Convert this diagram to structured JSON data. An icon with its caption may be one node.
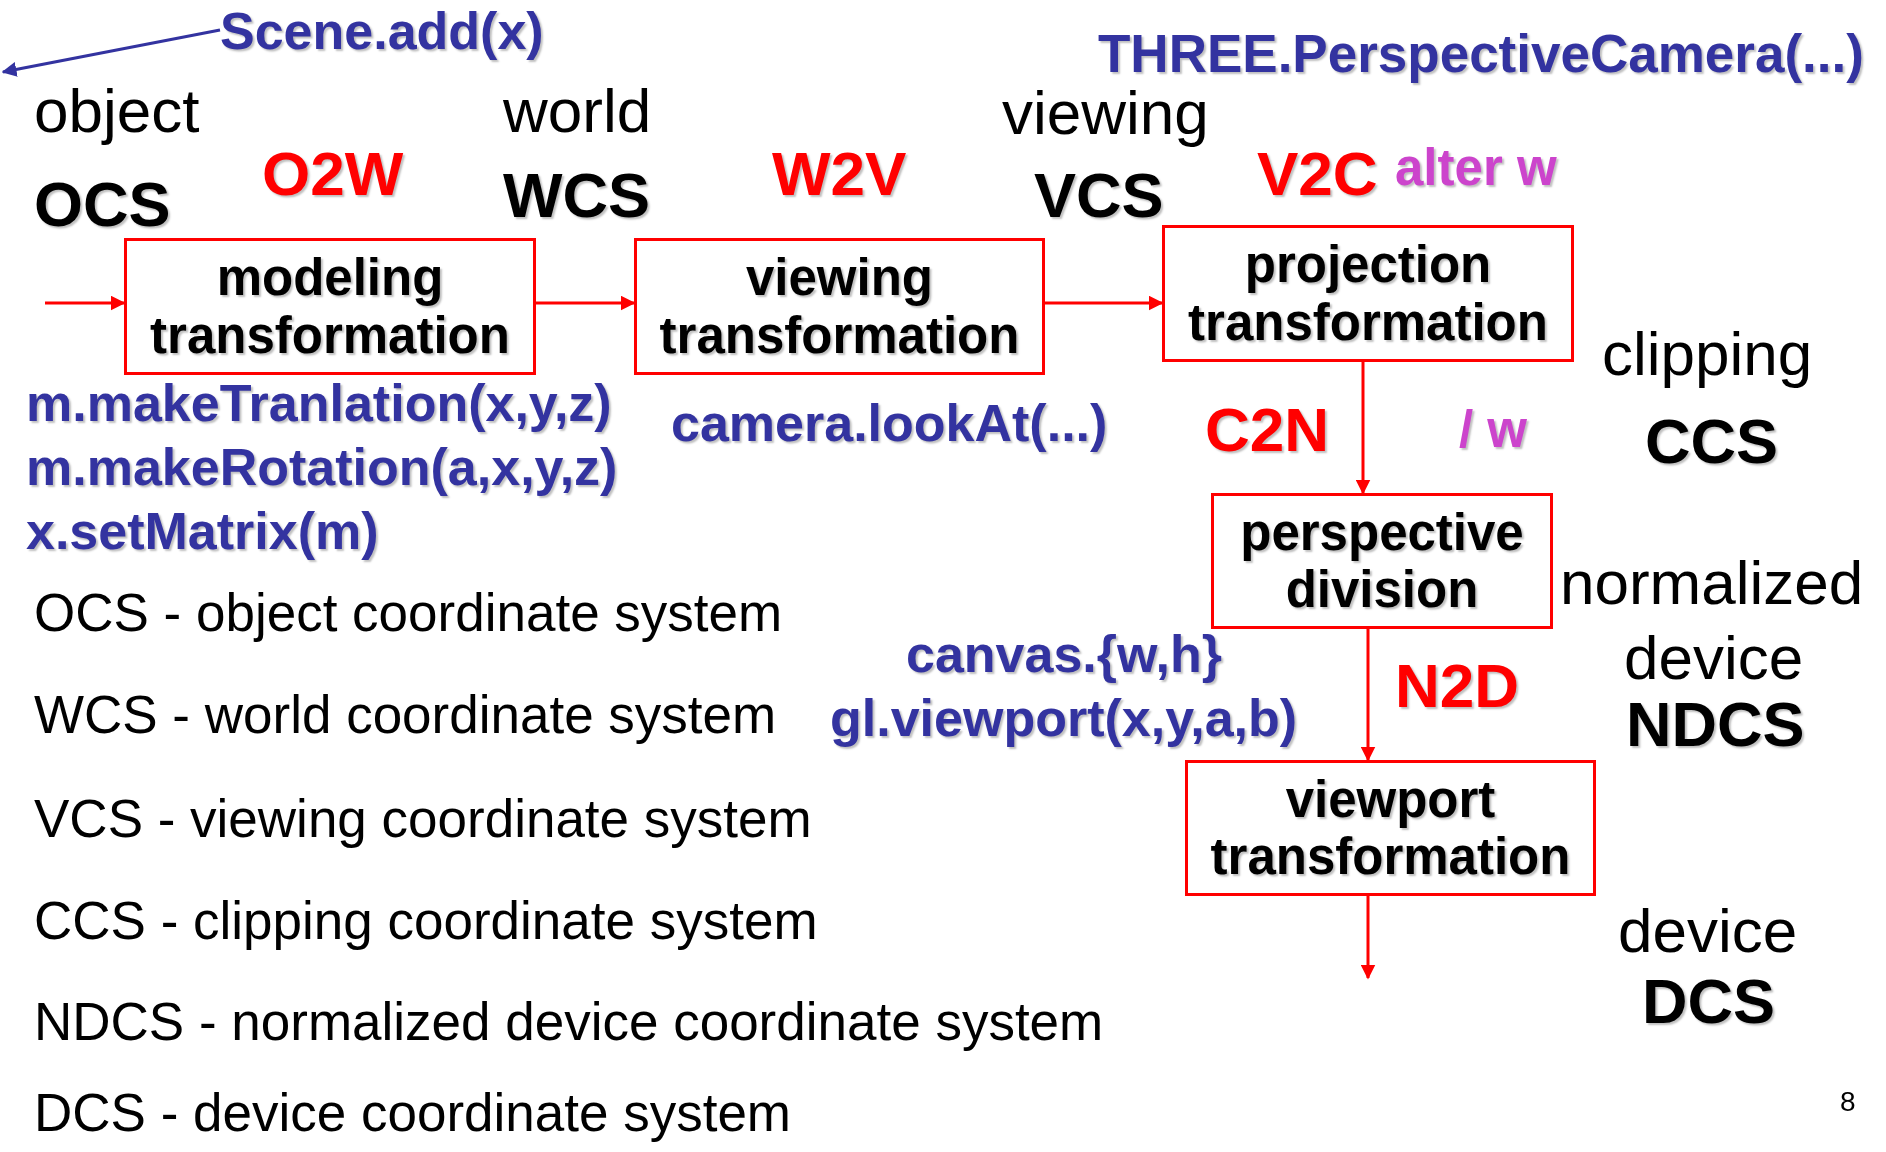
{
  "diagram": {
    "nodes": [
      {
        "text": [
          "Scene.add(x)"
        ]
      },
      {
        "text": [
          "modeling transformation"
        ]
      },
      {
        "text": [
          "viewing transformation"
        ]
      },
      {
        "text": [
          "projection transformation"
        ]
      },
      {
        "text": [
          "perspective division"
        ]
      },
      {
        "text": [
          "viewport transformation"
        ]
      }
    ],
    "edges": [
      {
        "from": null,
        "to": 1,
        "arrow": "to"
      },
      {
        "from": 1,
        "to": 2,
        "arrow": "to"
      },
      {
        "from": 2,
        "to": 3,
        "arrow": "to"
      },
      {
        "from": 3,
        "to": 4,
        "arrow": "to"
      },
      {
        "from": 4,
        "to": 5,
        "arrow": "to"
      },
      {
        "from": 5,
        "to": null,
        "arrow": "to"
      },
      {
        "from": 0,
        "to": null,
        "arrow": "to",
        "color": "#3333a0"
      }
    ],
    "labels": [
      "THREE.PerspectiveCamera(...)",
      "object",
      "world",
      "viewing",
      "O2W",
      "W2V",
      "V2C",
      "alter w",
      "OCS",
      "WCS",
      "VCS",
      "clipping",
      "m.makeTranlation(x,y,z)",
      "camera.lookAt(...)",
      "C2N",
      "/ w",
      "CCS",
      "m.makeRotation(a,x,y,z)",
      "x.setMatrix(m)",
      "normalized",
      "OCS - object coordinate system",
      "canvas.{w,h}",
      "device",
      "N2D",
      "WCS - world coordinate system",
      "gl.viewport(x,y,a,b)",
      "NDCS",
      "VCS - viewing coordinate system",
      "CCS - clipping coordinate system",
      "device",
      "DCS",
      "NDCS - normalized device coordinate system",
      "8",
      "DCS - device coordinate system"
    ]
  }
}
